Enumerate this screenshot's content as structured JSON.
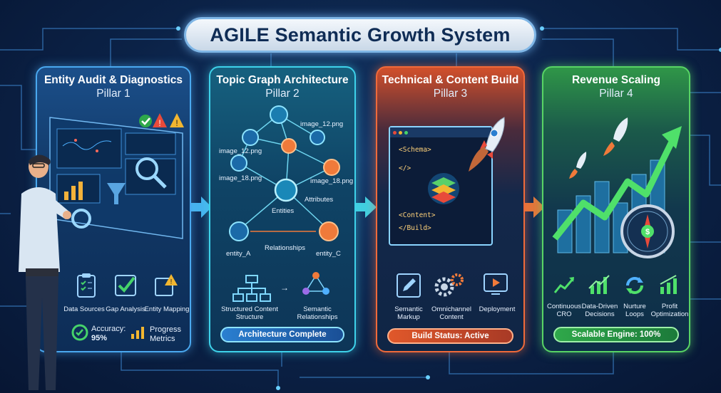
{
  "title": "AGILE Semantic Growth System",
  "colors": {
    "pillar1": "#4aa8ef",
    "pillar2": "#3ed2ea",
    "pillar3": "#f06a3a",
    "pillar4": "#58d465"
  },
  "pillars": [
    {
      "name": "Entity Audit & Diagnostics",
      "subtitle": "Pillar 1",
      "icons": [
        {
          "label": "Data Sources",
          "icon": "clipboard-icon"
        },
        {
          "label": "Gap Analysis",
          "icon": "checkmark-icon"
        },
        {
          "label": "Entity Mapping",
          "icon": "warning-icon"
        }
      ],
      "metrics": {
        "accuracy_label": "Accuracy:",
        "accuracy_value": "95%",
        "progress_label": "Progress Metrics"
      }
    },
    {
      "name": "Topic Graph Architecture",
      "subtitle": "Pillar 2",
      "graph": {
        "image_a": "image_12.png",
        "image_b": "image_12.png",
        "image_c": "image_18.png",
        "image_d": "image_18.png",
        "center": "Entities",
        "attributes": "Attributes",
        "relationships": "Relationships",
        "entity_a": "entity_A",
        "entity_c": "entity_C"
      },
      "structured": "Structured Content Structure",
      "semantic": "Semantic Relationships",
      "status": "Architecture Complete"
    },
    {
      "name": "Technical & Content Build",
      "subtitle": "Pillar 3",
      "code": {
        "schema": "<Schema>",
        "tag": "</>",
        "content": "<Content>",
        "build": "</Build>"
      },
      "icons": [
        {
          "label": "Semantic Markup",
          "icon": "pencil-icon"
        },
        {
          "label": "Omnichannel Content",
          "icon": "gears-icon"
        },
        {
          "label": "Deployment",
          "icon": "play-icon"
        }
      ],
      "status": "Build Status: Active"
    },
    {
      "name": "Revenue Scaling",
      "subtitle": "Pillar 4",
      "icons": [
        {
          "label": "Continuous CRO",
          "icon": "trend-icon"
        },
        {
          "label": "Data-Driven Decisions",
          "icon": "bar-chart-icon"
        },
        {
          "label": "Nurture Loops",
          "icon": "cycle-icon"
        },
        {
          "label": "Profit Optimization",
          "icon": "profit-icon"
        }
      ],
      "status": "Scalable Engine: 100%"
    }
  ]
}
